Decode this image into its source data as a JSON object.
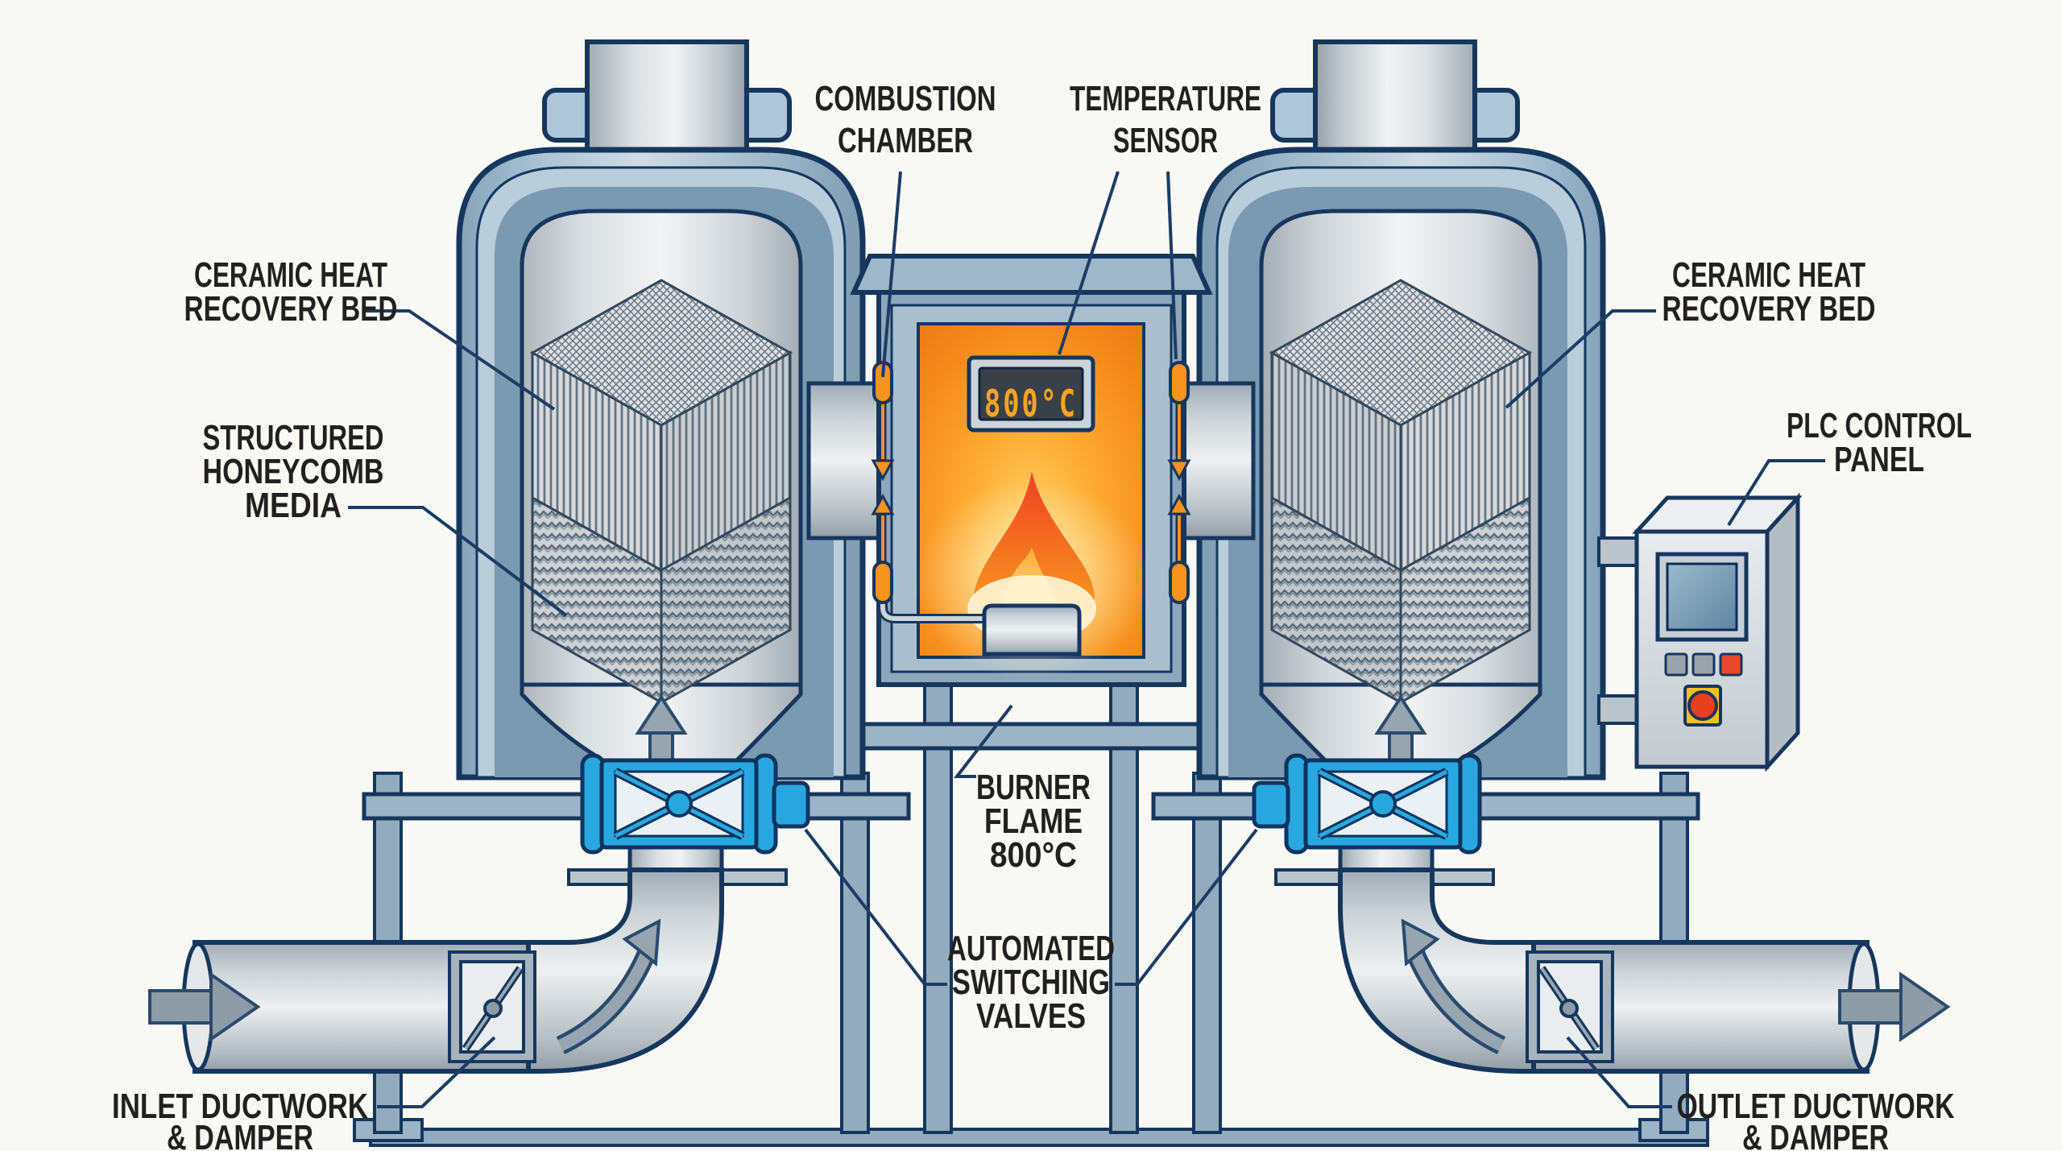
{
  "diagram_type": "regenerative-thermal-oxidizer-cutaway",
  "display": {
    "value": "800°C"
  },
  "labels": {
    "combustion_chamber": {
      "l1": "COMBUSTION",
      "l2": "CHAMBER"
    },
    "temperature_sensor": {
      "l1": "TEMPERATURE",
      "l2": "SENSOR"
    },
    "ceramic_bed_left": {
      "l1": "CERAMIC HEAT",
      "l2": "RECOVERY BED"
    },
    "structured_media": {
      "l1": "STRUCTURED",
      "l2": "HONEYCOMB",
      "l3": "MEDIA"
    },
    "ceramic_bed_right": {
      "l1": "CERAMIC HEAT",
      "l2": "RECOVERY BED"
    },
    "plc_panel": {
      "l1": "PLC CONTROL",
      "l2": "PANEL"
    },
    "burner_flame": {
      "l1": "BURNER",
      "l2": "FLAME",
      "l3": "800°C"
    },
    "switching_valves": {
      "l1": "AUTOMATED",
      "l2": "SWITCHING",
      "l3": "VALVES"
    },
    "inlet_duct": {
      "l1": "INLET DUCTWORK",
      "l2": "& DAMPER"
    },
    "outlet_duct": {
      "l1": "OUTLET DUCTWORK",
      "l2": "& DAMPER"
    }
  },
  "colors": {
    "background": "#f8f8f5",
    "outline_navy": "#16365c",
    "shell_steel_blue": "#9db7ca",
    "cavity_blue": "#7b99b1",
    "metal_gray": "#e8ebed",
    "valve_blue": "#29a8e0",
    "chamber_orange": "#f68b1d",
    "flame_red": "#ef4123",
    "flame_inner_yellow": "#ffe9a0",
    "digit_amber": "#f8a51e",
    "sensor_orange": "#f6921e",
    "estop_red": "#e8401f",
    "estop_yellow": "#f3c11c",
    "label_ink": "#221f20"
  }
}
